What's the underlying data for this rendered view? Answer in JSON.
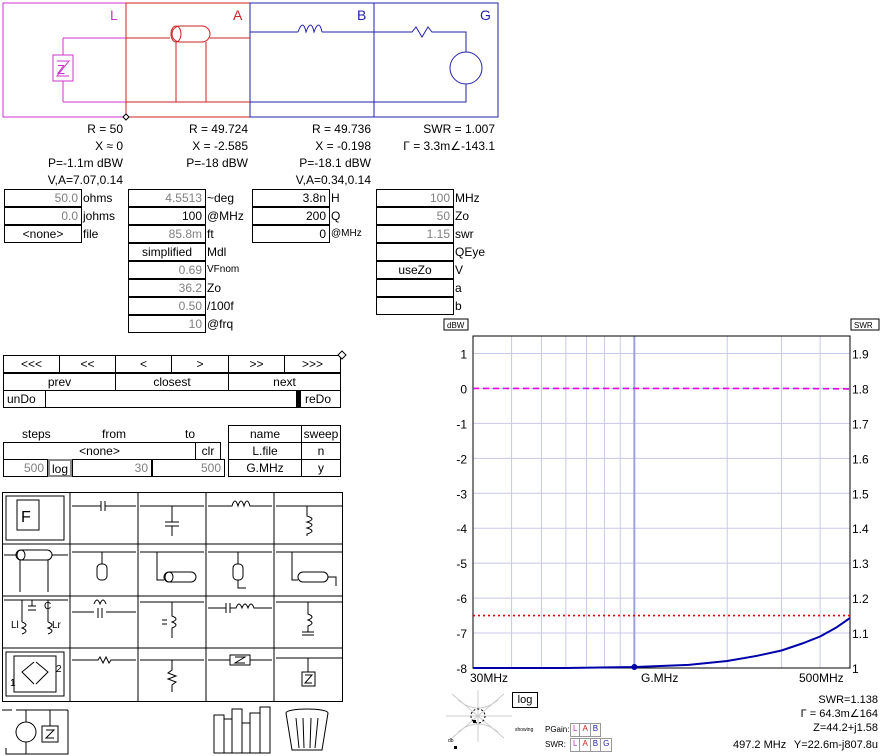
{
  "circuit": {
    "sections": [
      {
        "label": "L",
        "color": "#cc33cc"
      },
      {
        "label": "A",
        "color": "#cc2222"
      },
      {
        "label": "B",
        "color": "#2222aa"
      },
      {
        "label": "G",
        "color": "#2222aa"
      }
    ],
    "load_glyph": "Z"
  },
  "readouts": {
    "L": [
      "R = 50",
      "X ≈ 0",
      "P=-1.1m dBW",
      "V,A=7.07,0.14"
    ],
    "A": [
      "R = 49.724",
      "X = -2.585",
      "P=-18 dBW"
    ],
    "B": [
      "R = 49.736",
      "X = -0.198",
      "P=-18.1 dBW",
      "V,A=0.34,0.14"
    ],
    "G": [
      "SWR = 1.007",
      "Γ = 3.3m∠-143.1"
    ]
  },
  "load_params": [
    {
      "value": "50.0",
      "unit": "ohms"
    },
    {
      "value": "0.0",
      "unit": "johms"
    },
    {
      "value": "<none>",
      "unit": "file"
    }
  ],
  "line_params": [
    {
      "value": "4.5513",
      "unit": "~deg"
    },
    {
      "value": "100",
      "unit": "@MHz"
    },
    {
      "value": "85.8m",
      "unit": "ft"
    },
    {
      "value": "simplified",
      "unit": "Mdl"
    },
    {
      "value": "0.69",
      "unit": "VFnom"
    },
    {
      "value": "36.2",
      "unit": "Zo"
    },
    {
      "value": "0.50",
      "unit": "/100f"
    },
    {
      "value": "10",
      "unit": "@frq"
    }
  ],
  "inductor_params": [
    {
      "value": "3.8n",
      "unit": "H"
    },
    {
      "value": "200",
      "unit": "Q"
    },
    {
      "value": "0",
      "unit": "@MHz"
    }
  ],
  "gen_params": [
    {
      "value": "100",
      "unit": "MHz"
    },
    {
      "value": "50",
      "unit": "Zo"
    },
    {
      "value": "1.15",
      "unit": "swr"
    },
    {
      "value": "",
      "unit": "QEye"
    },
    {
      "value": "useZo",
      "unit": "V"
    },
    {
      "value": "",
      "unit": "a"
    },
    {
      "value": "",
      "unit": "b"
    }
  ],
  "nav": {
    "arrows": [
      "<<<",
      "<<",
      "<",
      ">",
      ">>",
      ">>>"
    ],
    "prev": "prev",
    "closest": "closest",
    "next": "next",
    "undo": "unDo",
    "redo": "reDo"
  },
  "sweep": {
    "h_steps": "steps",
    "h_from": "from",
    "h_to": "to",
    "file_value": "<none>",
    "clr": "clr",
    "steps": "500",
    "log": "log",
    "from": "30",
    "to": "500",
    "name_header": "name",
    "sweep_header": "sweep",
    "name_file": "L.file",
    "name_freq": "G.MHz",
    "sweep_file": "n",
    "sweep_freq": "y"
  },
  "palette": {
    "load_glyph": "F",
    "labels": {
      "c": "C",
      "ll": "Ll",
      "lr": "Lr",
      "p1": "1",
      "p2": "2"
    }
  },
  "chart": {
    "left_unit": "dBW",
    "right_unit": "SWR",
    "log_button": "log",
    "x_labels": [
      "30MHz",
      "G.MHz",
      "500MHz"
    ],
    "readout_swr": "SWR=1.138",
    "readout_gamma": "Γ = 64.3m∠164",
    "readout_z": "Z=44.2+j1.58",
    "readout_freq": "497.2 MHz",
    "readout_y": "Y=22.6m-j807.8u",
    "showing": "showing",
    "pgain_label": "PGain:",
    "swr_label": "SWR:",
    "pgain_tags": [
      "L",
      "A",
      "B"
    ],
    "swr_tags": [
      "L",
      "A",
      "B",
      "G"
    ],
    "db_label": "db"
  },
  "chart_data": {
    "type": "line",
    "x_scale": "log",
    "xlim": [
      30,
      500
    ],
    "ylim_left": [
      -8,
      1.5
    ],
    "ylim_right": [
      1.0,
      1.95
    ],
    "yticks_left": [
      1,
      0,
      -1,
      -2,
      -3,
      -4,
      -5,
      -6,
      -7,
      -8
    ],
    "yticks_right": [
      1.9,
      1.8,
      1.7,
      1.6,
      1.5,
      1.4,
      1.3,
      1.2,
      1.1,
      1
    ],
    "marker_freq": 100,
    "series": [
      {
        "axis": "left",
        "color": "#e000e0",
        "style": "dashed",
        "x": [
          30,
          100,
          300,
          480,
          500
        ],
        "y": [
          0,
          0,
          0,
          -0.01,
          -0.02
        ]
      },
      {
        "axis": "right",
        "color": "#dd0000",
        "style": "dotted",
        "x": [
          30,
          500
        ],
        "y": [
          1.15,
          1.15
        ]
      },
      {
        "axis": "right",
        "color": "#0000aa",
        "style": "solid",
        "x": [
          30,
          60,
          100,
          150,
          200,
          250,
          300,
          350,
          400,
          450,
          500
        ],
        "y": [
          1.0,
          1.0,
          1.003,
          1.009,
          1.02,
          1.035,
          1.05,
          1.07,
          1.09,
          1.115,
          1.143
        ]
      }
    ]
  }
}
